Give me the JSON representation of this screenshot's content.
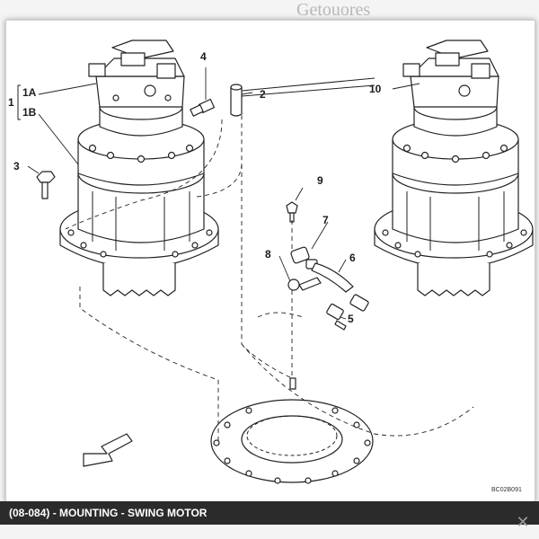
{
  "background": {
    "peek_text": "Getouores"
  },
  "figure": {
    "callouts": {
      "c1": "1",
      "c1a": "1A",
      "c1b": "1B",
      "c2": "2",
      "c3": "3",
      "c4": "4",
      "c5": "5",
      "c6": "6",
      "c7": "7",
      "c8": "8",
      "c9": "9",
      "c10": "10"
    },
    "ref_code": "BC02B091"
  },
  "caption": {
    "text": "(08-084) - MOUNTING - SWING MOTOR"
  },
  "controls": {
    "close_glyph": "✕"
  },
  "colors": {
    "line": "#222222",
    "caption_bg": "#2b2b2b",
    "fill": "#ffffff"
  },
  "icons": {
    "direction_arrow": "front-direction-arrow-icon",
    "close": "close-icon"
  }
}
